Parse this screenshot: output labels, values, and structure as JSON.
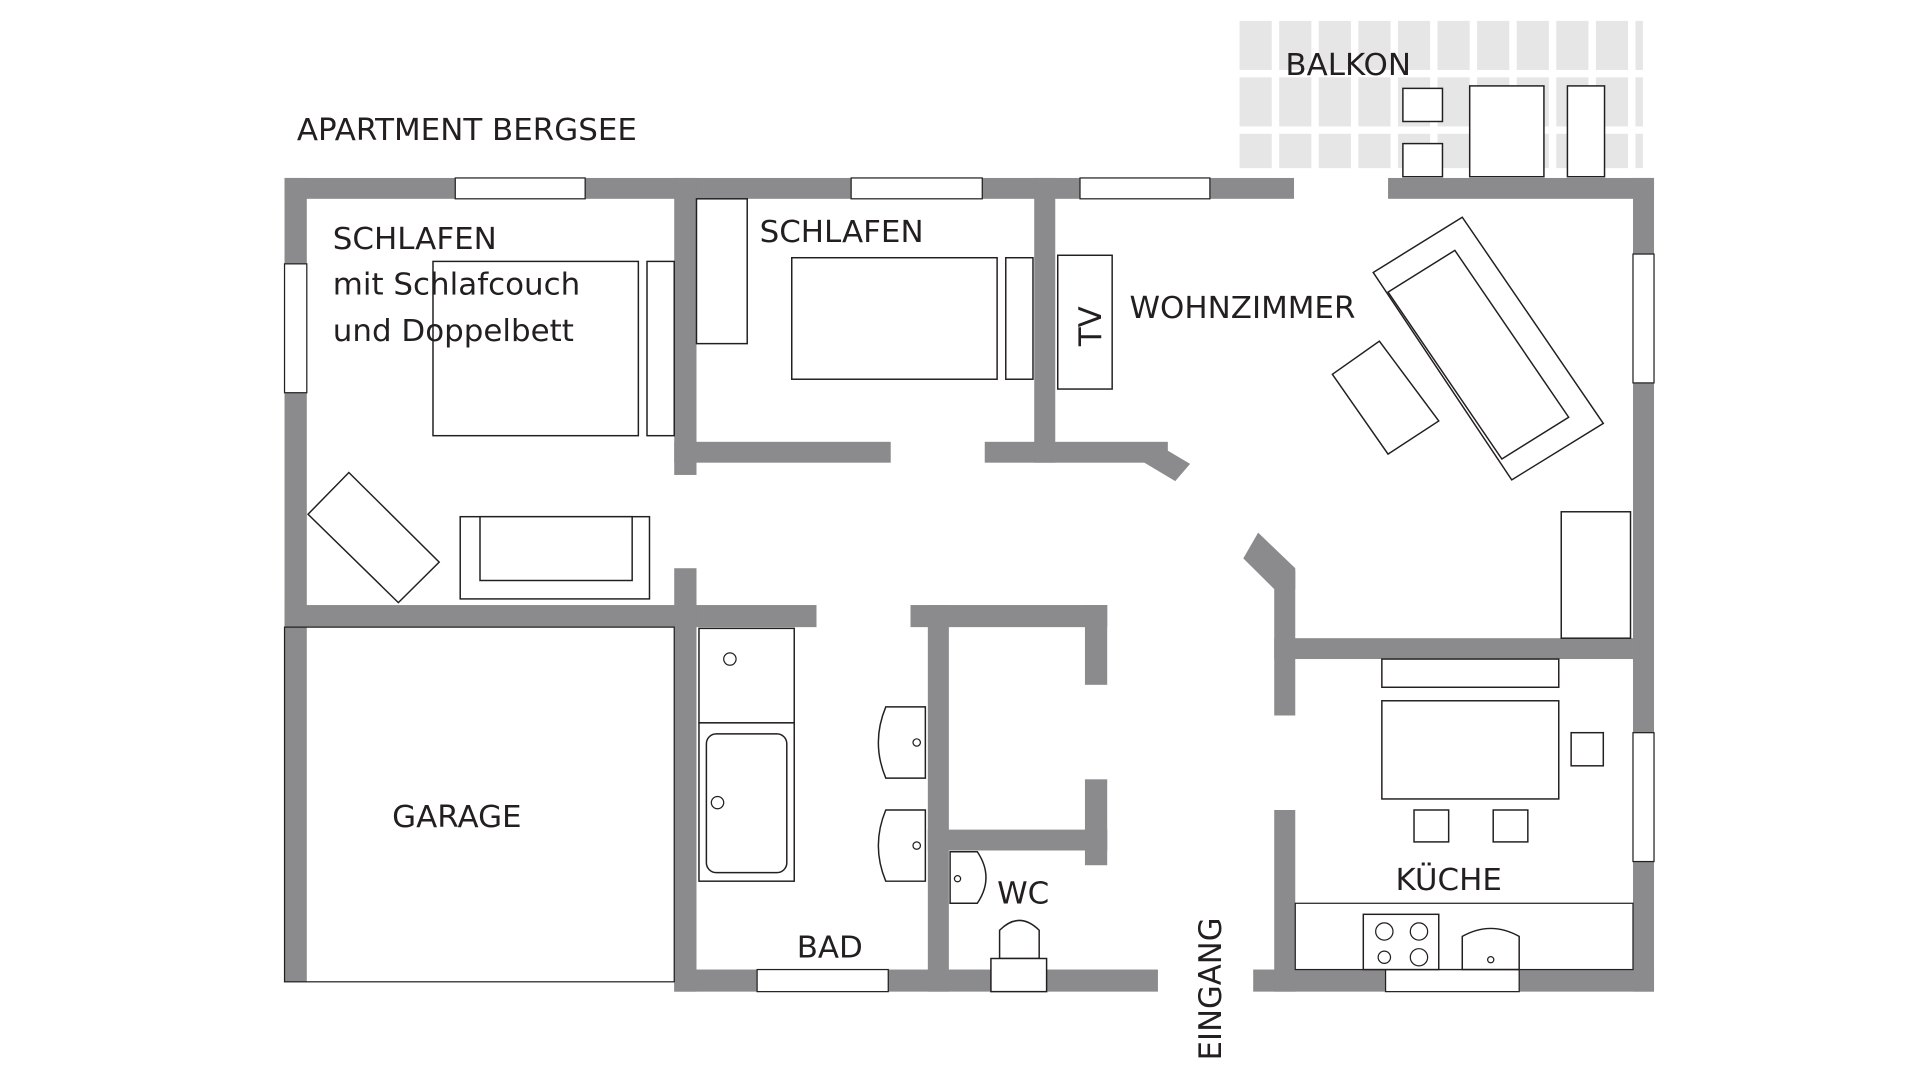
{
  "title": "APARTMENT  BERGSEE",
  "rooms": {
    "balkon": "BALKON",
    "schlafen1_line1": "SCHLAFEN",
    "schlafen1_line2": "mit Schlafcouch",
    "schlafen1_line3": "und Doppelbett",
    "schlafen2": "SCHLAFEN",
    "tv": "TV",
    "wohnzimmer": "WOHNZIMMER",
    "garage": "GARAGE",
    "bad": "BAD",
    "wc": "WC",
    "kueche": "KÜCHE",
    "eingang": "EINGANG"
  },
  "colors": {
    "wall": "#8b8b8d",
    "balcony_tile": "#e6e6e6"
  }
}
